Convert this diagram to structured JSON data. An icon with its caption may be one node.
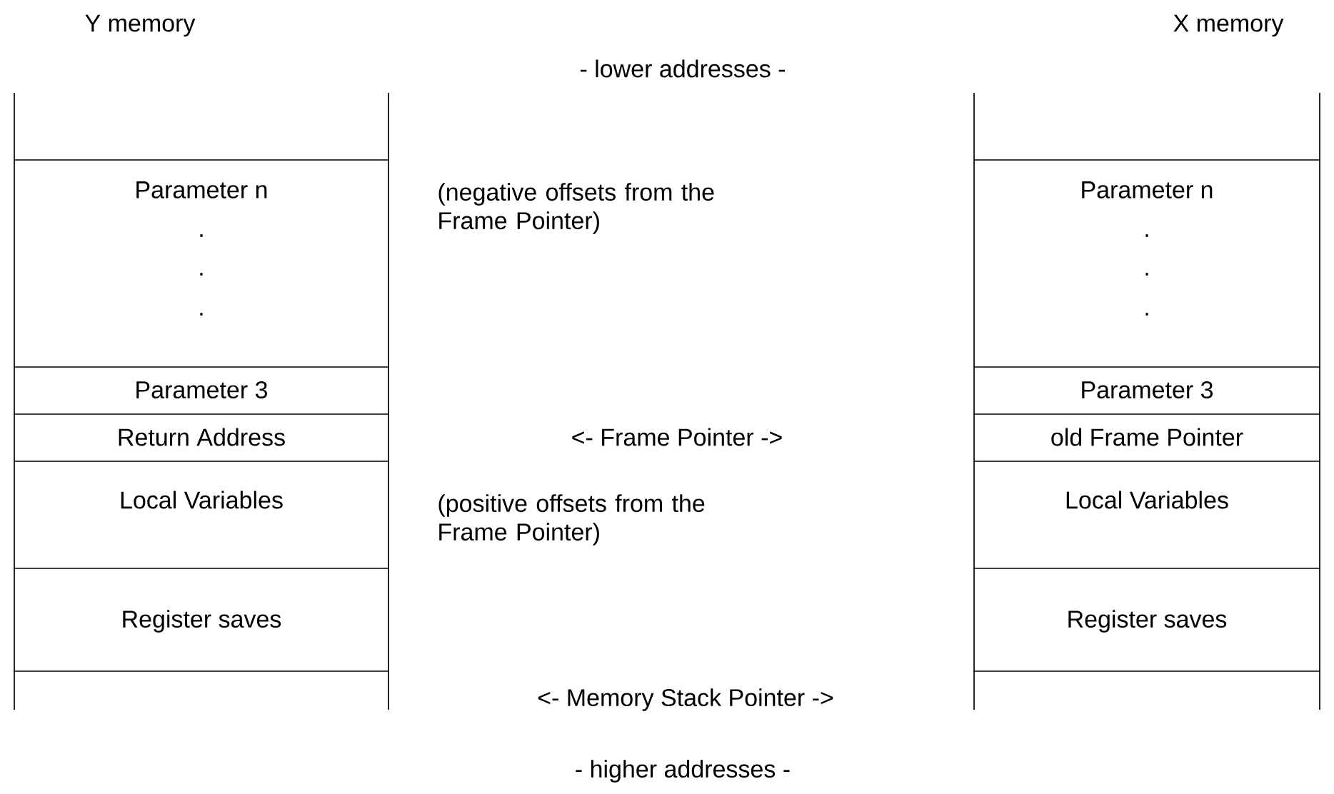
{
  "diagram": {
    "nodes": [
      {
        "text": [
          "Y memory"
        ]
      },
      {
        "text": [],
        "shape": "box",
        "in": 0
      },
      {
        "text": [
          "Parameter n",
          ".",
          ".",
          "."
        ],
        "in": 0
      },
      {
        "text": [
          "Parameter 3"
        ],
        "in": 0
      },
      {
        "text": [
          "Return Address"
        ],
        "in": 0
      },
      {
        "text": [
          "Local Variables"
        ],
        "in": 0
      },
      {
        "text": [
          "Register saves"
        ],
        "in": 0
      },
      {
        "text": [],
        "shape": "box",
        "in": 0
      },
      {
        "text": [
          "X memory"
        ]
      },
      {
        "text": [],
        "shape": "box",
        "in": 8
      },
      {
        "text": [
          "Parameter n",
          ".",
          ".",
          "."
        ],
        "in": 8
      },
      {
        "text": [
          "Parameter 3"
        ],
        "in": 8
      },
      {
        "text": [
          "old Frame Pointer"
        ],
        "in": 8
      },
      {
        "text": [
          "Local Variables"
        ],
        "in": 8
      },
      {
        "text": [
          "Register saves"
        ],
        "in": 8
      },
      {
        "text": [],
        "shape": "box",
        "in": 8
      }
    ],
    "labels": [
      "- lower addresses -",
      "(negative offsets from the Frame Pointer)",
      "<- Frame Pointer ->",
      "(positive offsets from the Frame Pointer)",
      "<- Memory Stack Pointer ->",
      "- higher addresses -"
    ]
  }
}
